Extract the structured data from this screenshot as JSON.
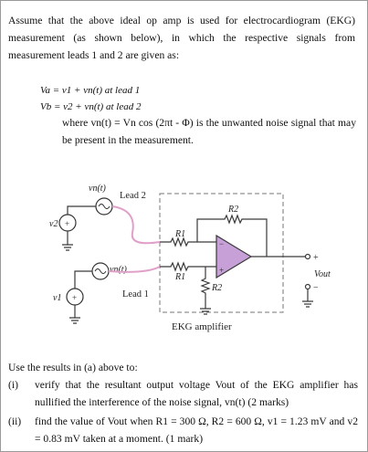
{
  "intro_text": "Assume that the above ideal op amp is used for electrocardiogram (EKG) measurement (as shown below), in which the respective signals from measurement leads 1 and 2 are given as:",
  "equations": {
    "va": "Va = v1 + vn(t) at lead 1",
    "vb": "Vb = v2 + vn(t) at lead 2",
    "where": "where vn(t) = Vn cos (2πt - Φ) is the unwanted noise signal that may be present in the measurement."
  },
  "diagram": {
    "source_top_label": "vn(t)",
    "source_mid_label": "vn(t)",
    "v2_label": "v2",
    "v1_label": "v1",
    "lead2_label": "Lead 2",
    "lead1_label": "Lead 1",
    "r1_top_label": "R1",
    "r1_bottom_label": "R1",
    "r2_top_label": "R2",
    "r2_bottom_label": "R2",
    "vout_label": "Vout",
    "plus_label": "+",
    "minus_label": "−",
    "caption": "EKG amplifier",
    "colors": {
      "wire": "#3a3a3a",
      "lead_wire": "#e0a0c8",
      "opamp_fill": "#c8a0d8",
      "dashed": "#777777"
    }
  },
  "questions": {
    "intro": "Use the results in (a) above to:",
    "items": [
      {
        "num": "(i)",
        "text": "verify that the resultant output voltage Vout of the EKG amplifier has nullified the interference of the noise signal, vn(t) (2 marks)"
      },
      {
        "num": "(ii)",
        "text": "find the value of Vout when R1 = 300 Ω, R2 = 600 Ω, v1 = 1.23 mV and v2 = 0.83 mV taken at a moment. (1 mark)"
      }
    ]
  }
}
